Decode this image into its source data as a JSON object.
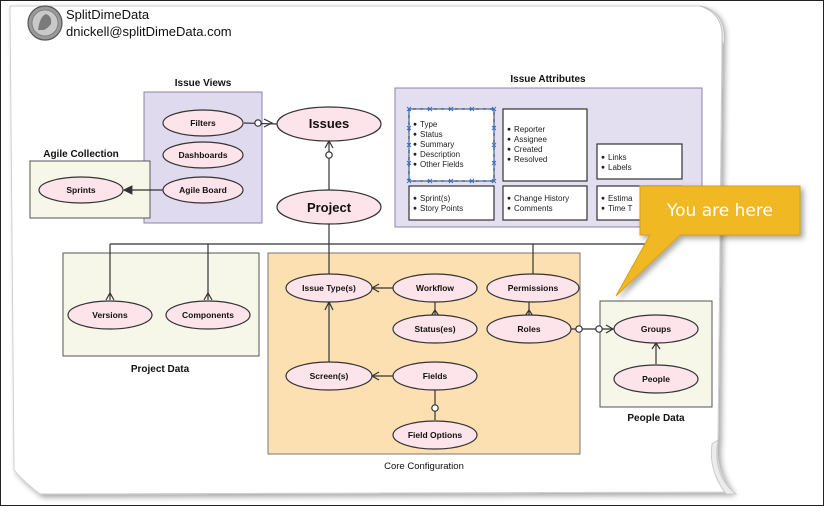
{
  "header": {
    "org": "SplitDimeData",
    "email": "dnickell@splitDimeData.com",
    "avatar": "coin-avatar"
  },
  "callout": {
    "text": "You are here",
    "color": "#f0b824"
  },
  "groups": {
    "issue_views": "Issue Views",
    "issue_attributes": "Issue Attributes",
    "agile_collection": "Agile Collection",
    "project_data": "Project Data",
    "core_configuration": "Core Configuration",
    "people_data": "People Data"
  },
  "entities": {
    "filters": "Filters",
    "dashboards": "Dashboards",
    "agile_board": "Agile Board",
    "issues": "Issues",
    "project": "Project",
    "sprints": "Sprints",
    "versions": "Versions",
    "components": "Components",
    "issue_types": "Issue Type(s)",
    "workflow": "Workflow",
    "permissions": "Permissions",
    "statuses": "Status(es)",
    "roles": "Roles",
    "screens": "Screen(s)",
    "fields": "Fields",
    "field_options": "Field Options",
    "groups": "Groups",
    "people": "People"
  },
  "attribute_boxes": {
    "core": [
      "Type",
      "Status",
      "Summary",
      "Description",
      "Other Fields"
    ],
    "people": [
      "Reporter",
      "Assignee",
      "Created",
      "Resolved"
    ],
    "links": [
      "Links",
      "Labels"
    ],
    "agile": [
      "Sprint(s)",
      "Story Points"
    ],
    "history": [
      "Change History",
      "Comments"
    ],
    "time": [
      "Estima",
      "Time T"
    ]
  },
  "colors": {
    "entity_fill": "#fde3ea",
    "issue_views_fill": "#e0daee",
    "issue_attr_fill": "#e4dff0",
    "agile_fill": "#f6f7e9",
    "project_data_fill": "#f6f7e9",
    "core_fill": "#fde0b2",
    "people_fill": "#f6f7e9"
  }
}
